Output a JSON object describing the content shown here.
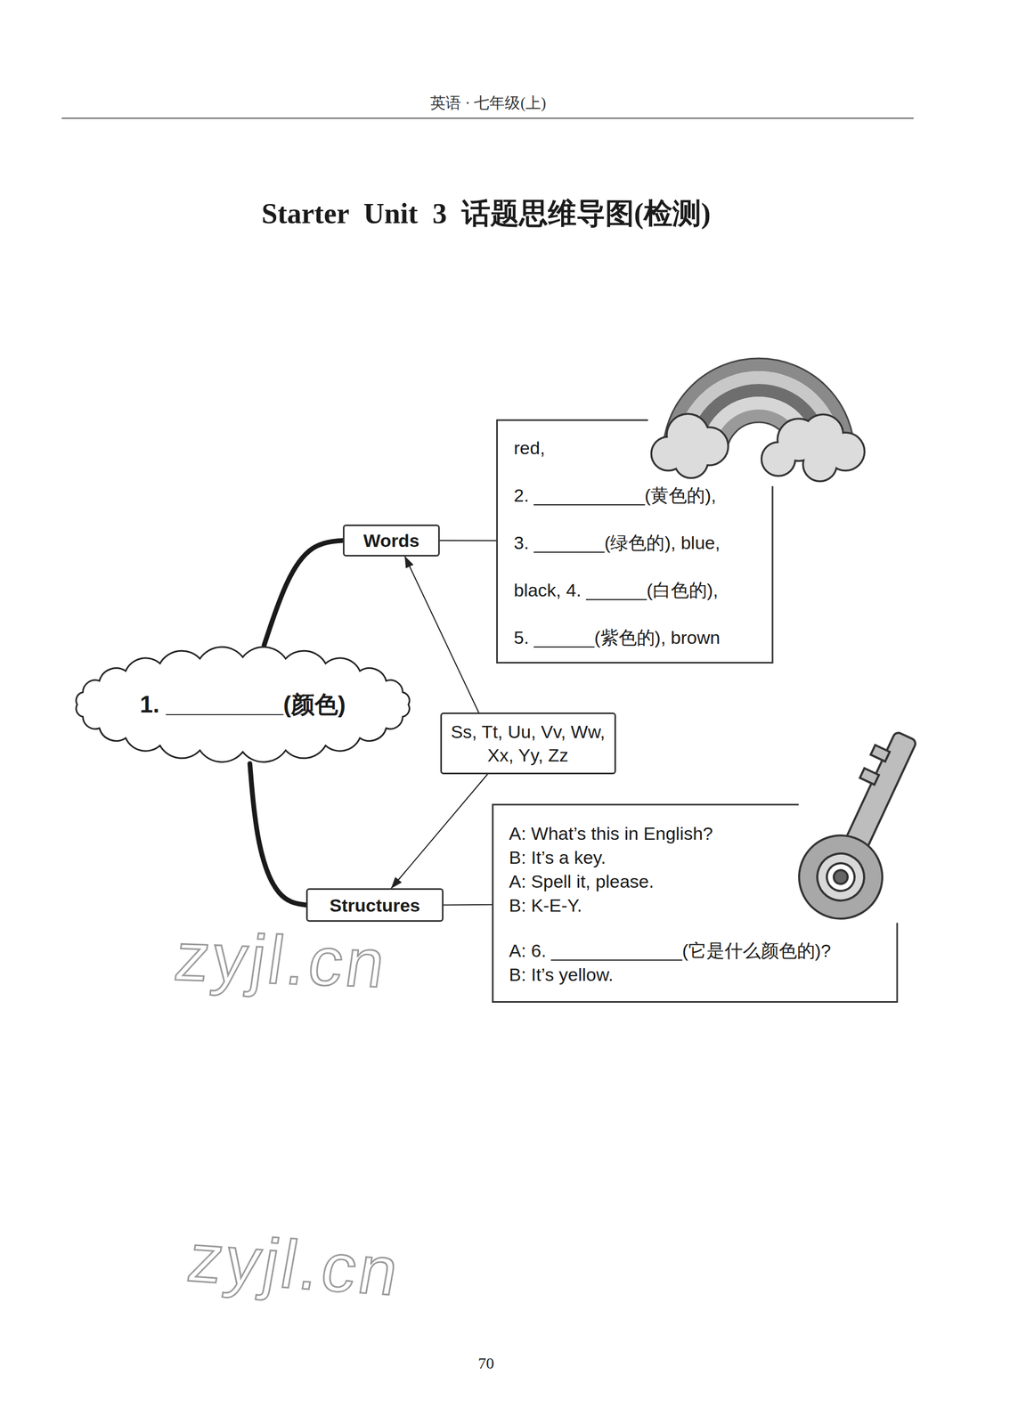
{
  "diagram": {
    "title": "Starter Unit 3 话题思维导图(检测)",
    "nodes": [
      {
        "text": [
          "1. _________(颜色)"
        ]
      },
      {
        "text": [
          "Words"
        ]
      },
      {
        "text": [
          "red,",
          "2. ___________(黄色的),",
          "3. _______(绿色的), blue,",
          "black, 4. ______(白色的),",
          "5. ______(紫色的), brown"
        ]
      },
      {
        "text": [
          "Ss, Tt, Uu, Vv, Ww, Xx, Yy, Zz"
        ]
      },
      {
        "text": [
          "Structures"
        ]
      },
      {
        "text": [
          "A: What’s this in English?",
          "B: It’s a key.",
          "A: Spell it, please.",
          "B: K-E-Y.",
          "A: 6. _____________(它是什么颜色的)?",
          "B: It’s yellow."
        ]
      }
    ],
    "edges": [
      {
        "from": 0,
        "to": 1,
        "arrow": "none"
      },
      {
        "from": 0,
        "to": 4,
        "arrow": "none"
      },
      {
        "from": 1,
        "to": 2,
        "arrow": "none"
      },
      {
        "from": 3,
        "to": 1,
        "arrow": "to"
      },
      {
        "from": 3,
        "to": 4,
        "arrow": "to"
      },
      {
        "from": 4,
        "to": 5,
        "arrow": "none"
      }
    ],
    "labels": [
      "英语 · 七年级(上)",
      "70",
      "zyjl.cn",
      "zyjl.cn"
    ]
  }
}
